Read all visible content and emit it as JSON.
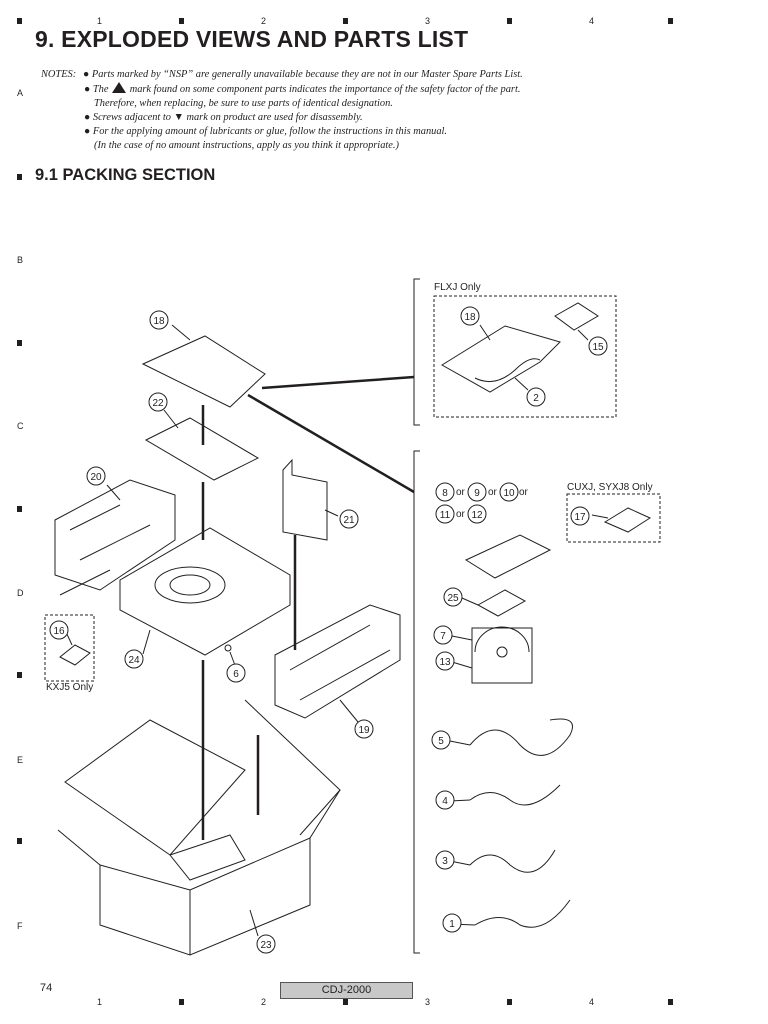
{
  "grid": {
    "columns": [
      "1",
      "2",
      "3",
      "4"
    ],
    "rows": [
      "A",
      "B",
      "C",
      "D",
      "E",
      "F"
    ]
  },
  "title": "9. EXPLODED VIEWS AND PARTS LIST",
  "notes": {
    "label": "NOTES:",
    "lines": [
      "Parts marked by “NSP” are generally unavailable because they are not in our Master Spare Parts List.",
      "The",
      "mark found on some component parts indicates the importance of the safety factor of the part.",
      "Therefore, when replacing, be sure to use parts of identical designation.",
      "Screws adjacent to ▼ mark on product are used for disassembly.",
      "For the applying amount of lubricants or glue, follow the instructions in this manual.",
      "(In the case of no amount instructions, apply as you think it appropriate.)"
    ]
  },
  "section_title": "9.1  PACKING SECTION",
  "region_labels": {
    "flxj": "FLXJ Only",
    "cuxj": "CUXJ, SYXJ8 Only",
    "kxj5": "KXJ5 Only"
  },
  "part_numbers": [
    "18",
    "22",
    "20",
    "21",
    "24",
    "6",
    "16",
    "19",
    "23",
    "18",
    "15",
    "2",
    "8",
    "9",
    "10",
    "11",
    "12",
    "17",
    "25",
    "7",
    "13",
    "5",
    "4",
    "3",
    "1"
  ],
  "or_word": "or",
  "footer": {
    "page": "74",
    "model": "CDJ-2000"
  }
}
